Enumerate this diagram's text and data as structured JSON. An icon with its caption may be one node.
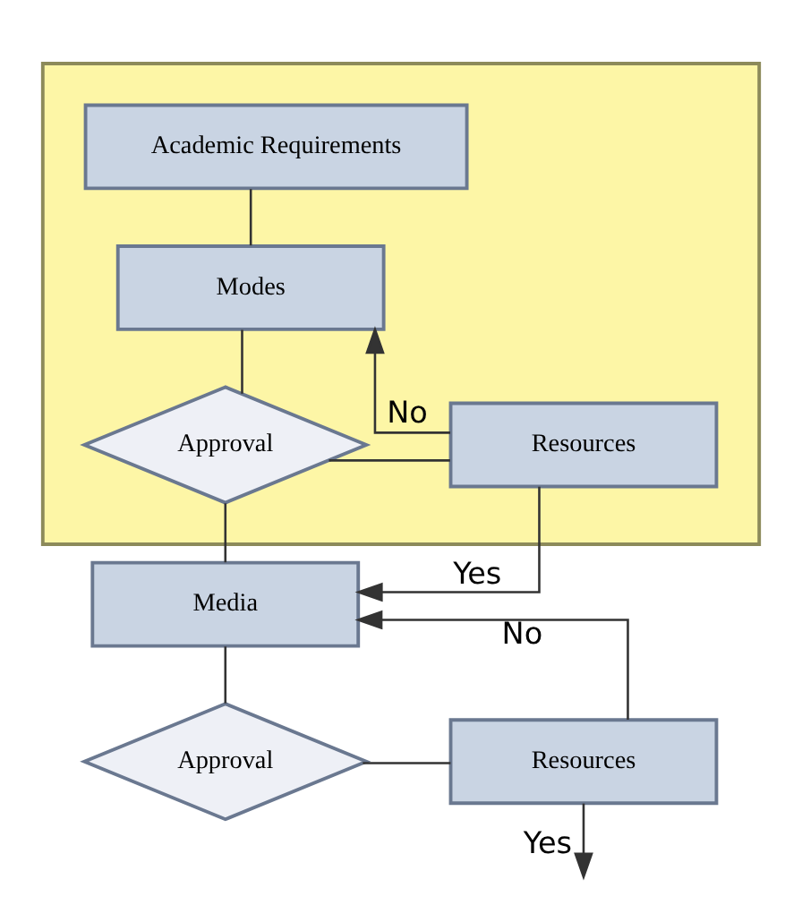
{
  "diagram": {
    "nodes": [
      {
        "text": [],
        "shape": "box"
      },
      {
        "text": [
          "Academic Requirements"
        ],
        "in": 0
      },
      {
        "text": [
          "Modes"
        ],
        "in": 0
      },
      {
        "text": [
          "Approval"
        ],
        "in": 0
      },
      {
        "text": [
          "Resources"
        ],
        "in": 0
      },
      {
        "text": [
          "Media"
        ]
      },
      {
        "text": [
          "Approval"
        ]
      },
      {
        "text": [
          "Resources"
        ]
      }
    ],
    "edges": [
      {
        "from": 1,
        "to": 2,
        "arrow": "none"
      },
      {
        "from": 2,
        "to": 3,
        "arrow": "none"
      },
      {
        "from": 3,
        "to": 4,
        "arrow": "none"
      },
      {
        "from": 4,
        "to": 2,
        "arrow": "to",
        "label": "No"
      },
      {
        "from": 4,
        "to": 5,
        "arrow": "to",
        "label": "Yes"
      },
      {
        "from": 3,
        "to": 5,
        "arrow": "none"
      },
      {
        "from": 5,
        "to": 6,
        "arrow": "none"
      },
      {
        "from": 6,
        "to": 7,
        "arrow": "none"
      },
      {
        "from": 7,
        "to": 5,
        "arrow": "to",
        "label": "No"
      },
      {
        "from": 7,
        "to": null,
        "arrow": "to",
        "label": "Yes"
      }
    ]
  }
}
